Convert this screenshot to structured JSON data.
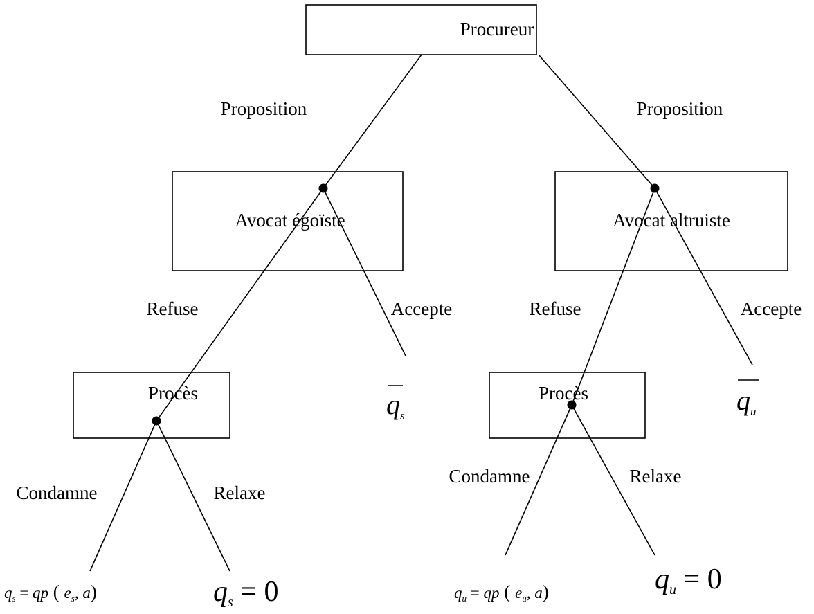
{
  "nodes": {
    "root": "Procureur",
    "selfish_lawyer": "Avocat égoïste",
    "altruist_lawyer": "Avocat altruiste",
    "trial_left": "Procès",
    "trial_right": "Procès"
  },
  "edges": {
    "proposition_left": "Proposition",
    "proposition_right": "Proposition",
    "refuse_left": "Refuse",
    "accepte_left": "Accepte",
    "refuse_right": "Refuse",
    "accepte_right": "Accepte",
    "condamne_left": "Condamne",
    "relaxe_left": "Relaxe",
    "condamne_right": "Condamne",
    "relaxe_right": "Relaxe"
  },
  "payoffs": {
    "left_accept": {
      "base": "q",
      "sub": "s"
    },
    "right_accept": {
      "base": "q",
      "sub": "u"
    },
    "left_condamne": {
      "lhs": "q",
      "lhs_sub": "s",
      "eq": " = ",
      "f": "qp",
      "open": " ( ",
      "arg1": "e",
      "arg1_sub": "s",
      "comma": ", ",
      "arg2": "a",
      "close": ")"
    },
    "left_relaxe": {
      "lhs": "q",
      "lhs_sub": "s",
      "eq": " = ",
      "zero": "0"
    },
    "right_condamne": {
      "lhs": "q",
      "lhs_sub": "u",
      "eq": " = ",
      "f": "qp",
      "open": " ( ",
      "arg1": "e",
      "arg1_sub": "u",
      "comma": ", ",
      "arg2": "a",
      "close": ")"
    },
    "right_relaxe": {
      "lhs": "q",
      "lhs_sub": "u",
      "eq": " = ",
      "zero": "0"
    }
  }
}
